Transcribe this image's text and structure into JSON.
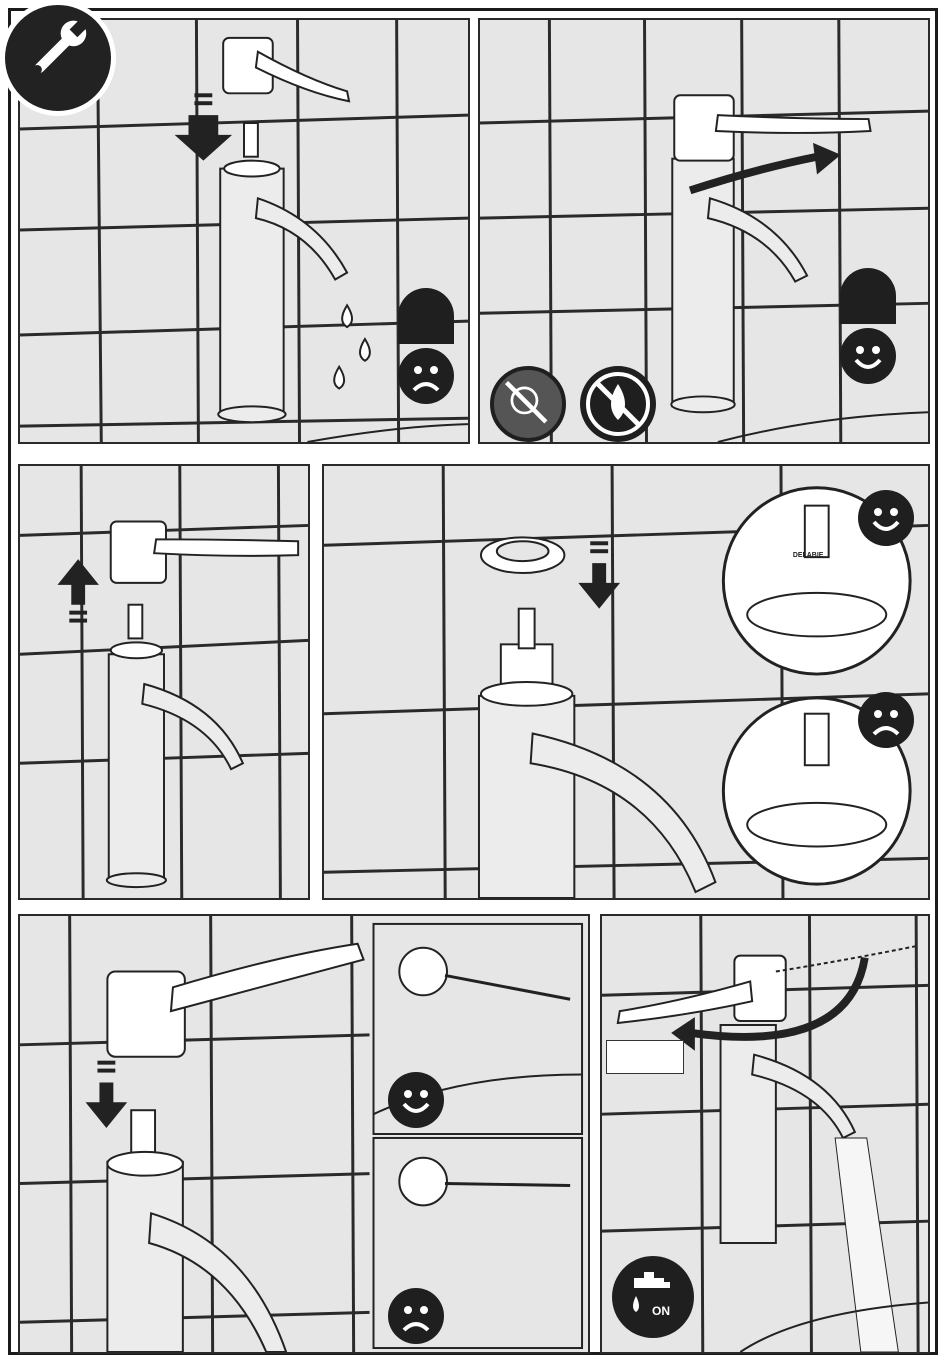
{
  "document": {
    "type": "assembly-instructions",
    "steps": [
      {
        "id": "step-1",
        "feedback": "sad",
        "icons": [
          "eye-icon",
          "water-drops-icon",
          "sad-face-icon"
        ]
      },
      {
        "id": "step-2",
        "feedback": "happy",
        "icons": [
          "eye-icon",
          "happy-face-icon",
          "no-force-icon",
          "no-water-icon"
        ]
      },
      {
        "id": "step-3",
        "feedback": "none",
        "icons": [
          "up-arrow-icon"
        ]
      },
      {
        "id": "step-4",
        "feedback": "happy-and-sad",
        "icons": [
          "down-arrow-icon",
          "happy-face-icon",
          "sad-face-icon"
        ]
      },
      {
        "id": "step-5",
        "feedback": "happy-and-sad",
        "icons": [
          "down-arrow-icon",
          "happy-face-icon",
          "sad-face-icon"
        ]
      },
      {
        "id": "step-6",
        "feedback": "none",
        "icons": [
          "tap-on-icon",
          "rotate-arrow-icon"
        ]
      }
    ],
    "brand_text": "DELABIE",
    "tap_label": "ON"
  },
  "colors": {
    "tile_background": "#e6e6e6",
    "grout": "#2a2a2a",
    "icon_fill": "#1f1f1f",
    "faucet_fill": "#ececec"
  }
}
